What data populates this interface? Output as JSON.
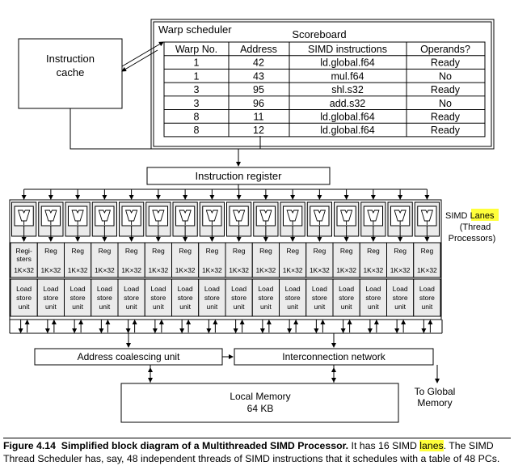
{
  "diagram": {
    "instruction_cache": [
      "Instruction",
      "cache"
    ],
    "warp_scheduler_title": "Warp scheduler",
    "scoreboard_title": "Scoreboard",
    "table_headers": [
      "Warp No.",
      "Address",
      "SIMD instructions",
      "Operands?"
    ],
    "table_rows": [
      [
        "1",
        "42",
        "ld.global.f64",
        "Ready"
      ],
      [
        "1",
        "43",
        "mul.f64",
        "No"
      ],
      [
        "3",
        "95",
        "shl.s32",
        "Ready"
      ],
      [
        "3",
        "96",
        "add.s32",
        "No"
      ],
      [
        "8",
        "11",
        "ld.global.f64",
        "Ready"
      ],
      [
        "8",
        "12",
        "ld.global.f64",
        "Ready"
      ]
    ],
    "instruction_register": "Instruction register",
    "simd_lanes_prefix": "SIMD ",
    "simd_lanes_highlight": "Lanes",
    "simd_lanes_sub": [
      "(Thread",
      "Processors)"
    ],
    "lane_count": 16,
    "reg_first": [
      "Regi-",
      "sters"
    ],
    "reg_label": "Reg",
    "reg_size": "1K×32",
    "load_store": [
      "Load",
      "store",
      "unit"
    ],
    "address_coalescing": "Address coalescing unit",
    "interconnection": "Interconnection network",
    "local_memory": [
      "Local Memory",
      "64 KB"
    ],
    "global_memory": [
      "To Global",
      "Memory"
    ],
    "highlight_color": "#ffff3a"
  },
  "caption": {
    "label": "Figure 4.14",
    "title": "Simplified block diagram of a Multithreaded SIMD Processor.",
    "text_a": " It has 16 SIMD ",
    "highlight": "lanes",
    "text_b": ". The SIMD Thread Scheduler has, say, 48 independent threads of SIMD instructions that it schedules with a table of 48 PCs."
  }
}
